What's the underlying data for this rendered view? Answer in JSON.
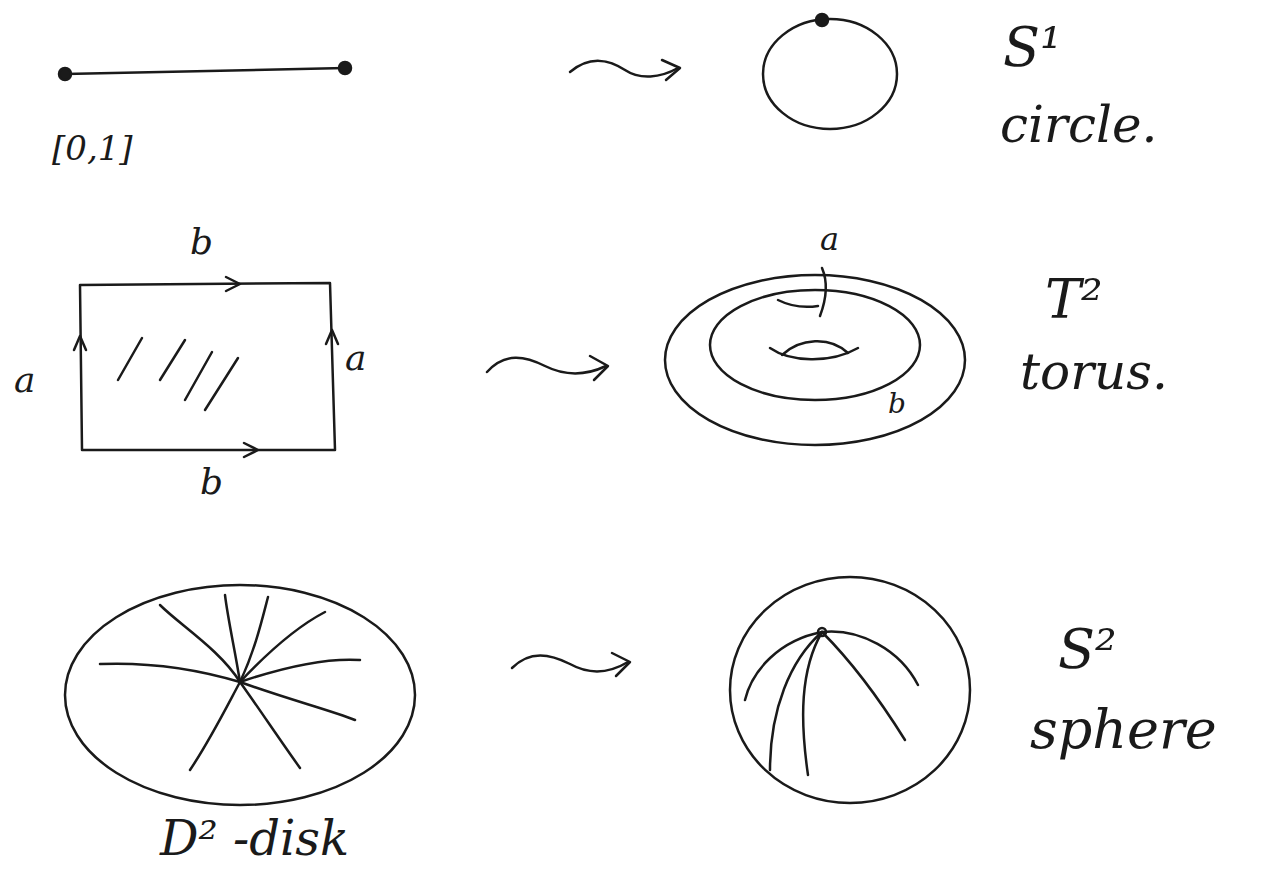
{
  "diagram": {
    "labels": [
      "[0,1]",
      "S¹",
      "circle.",
      "b",
      "a",
      "a",
      "b",
      "a",
      "b",
      "T²",
      "torus.",
      "S²",
      "sphere",
      "D² -disk"
    ]
  }
}
